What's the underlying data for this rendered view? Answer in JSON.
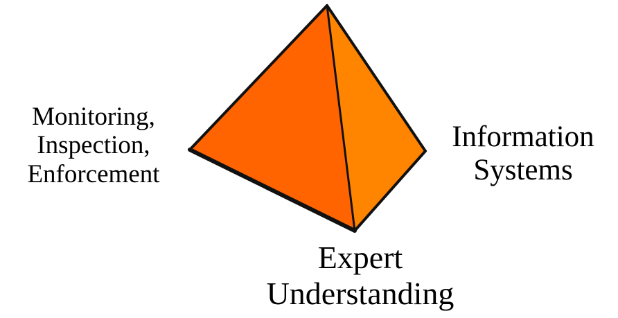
{
  "diagram": {
    "colors": {
      "front_face": "#ff6400",
      "side_face": "#ff8400",
      "edge": "#111111"
    },
    "labels": {
      "left": [
        "Monitoring,",
        "Inspection,",
        "Enforcement"
      ],
      "right": [
        "Information",
        "Systems"
      ],
      "bottom": [
        "Expert",
        "Understanding"
      ]
    }
  }
}
